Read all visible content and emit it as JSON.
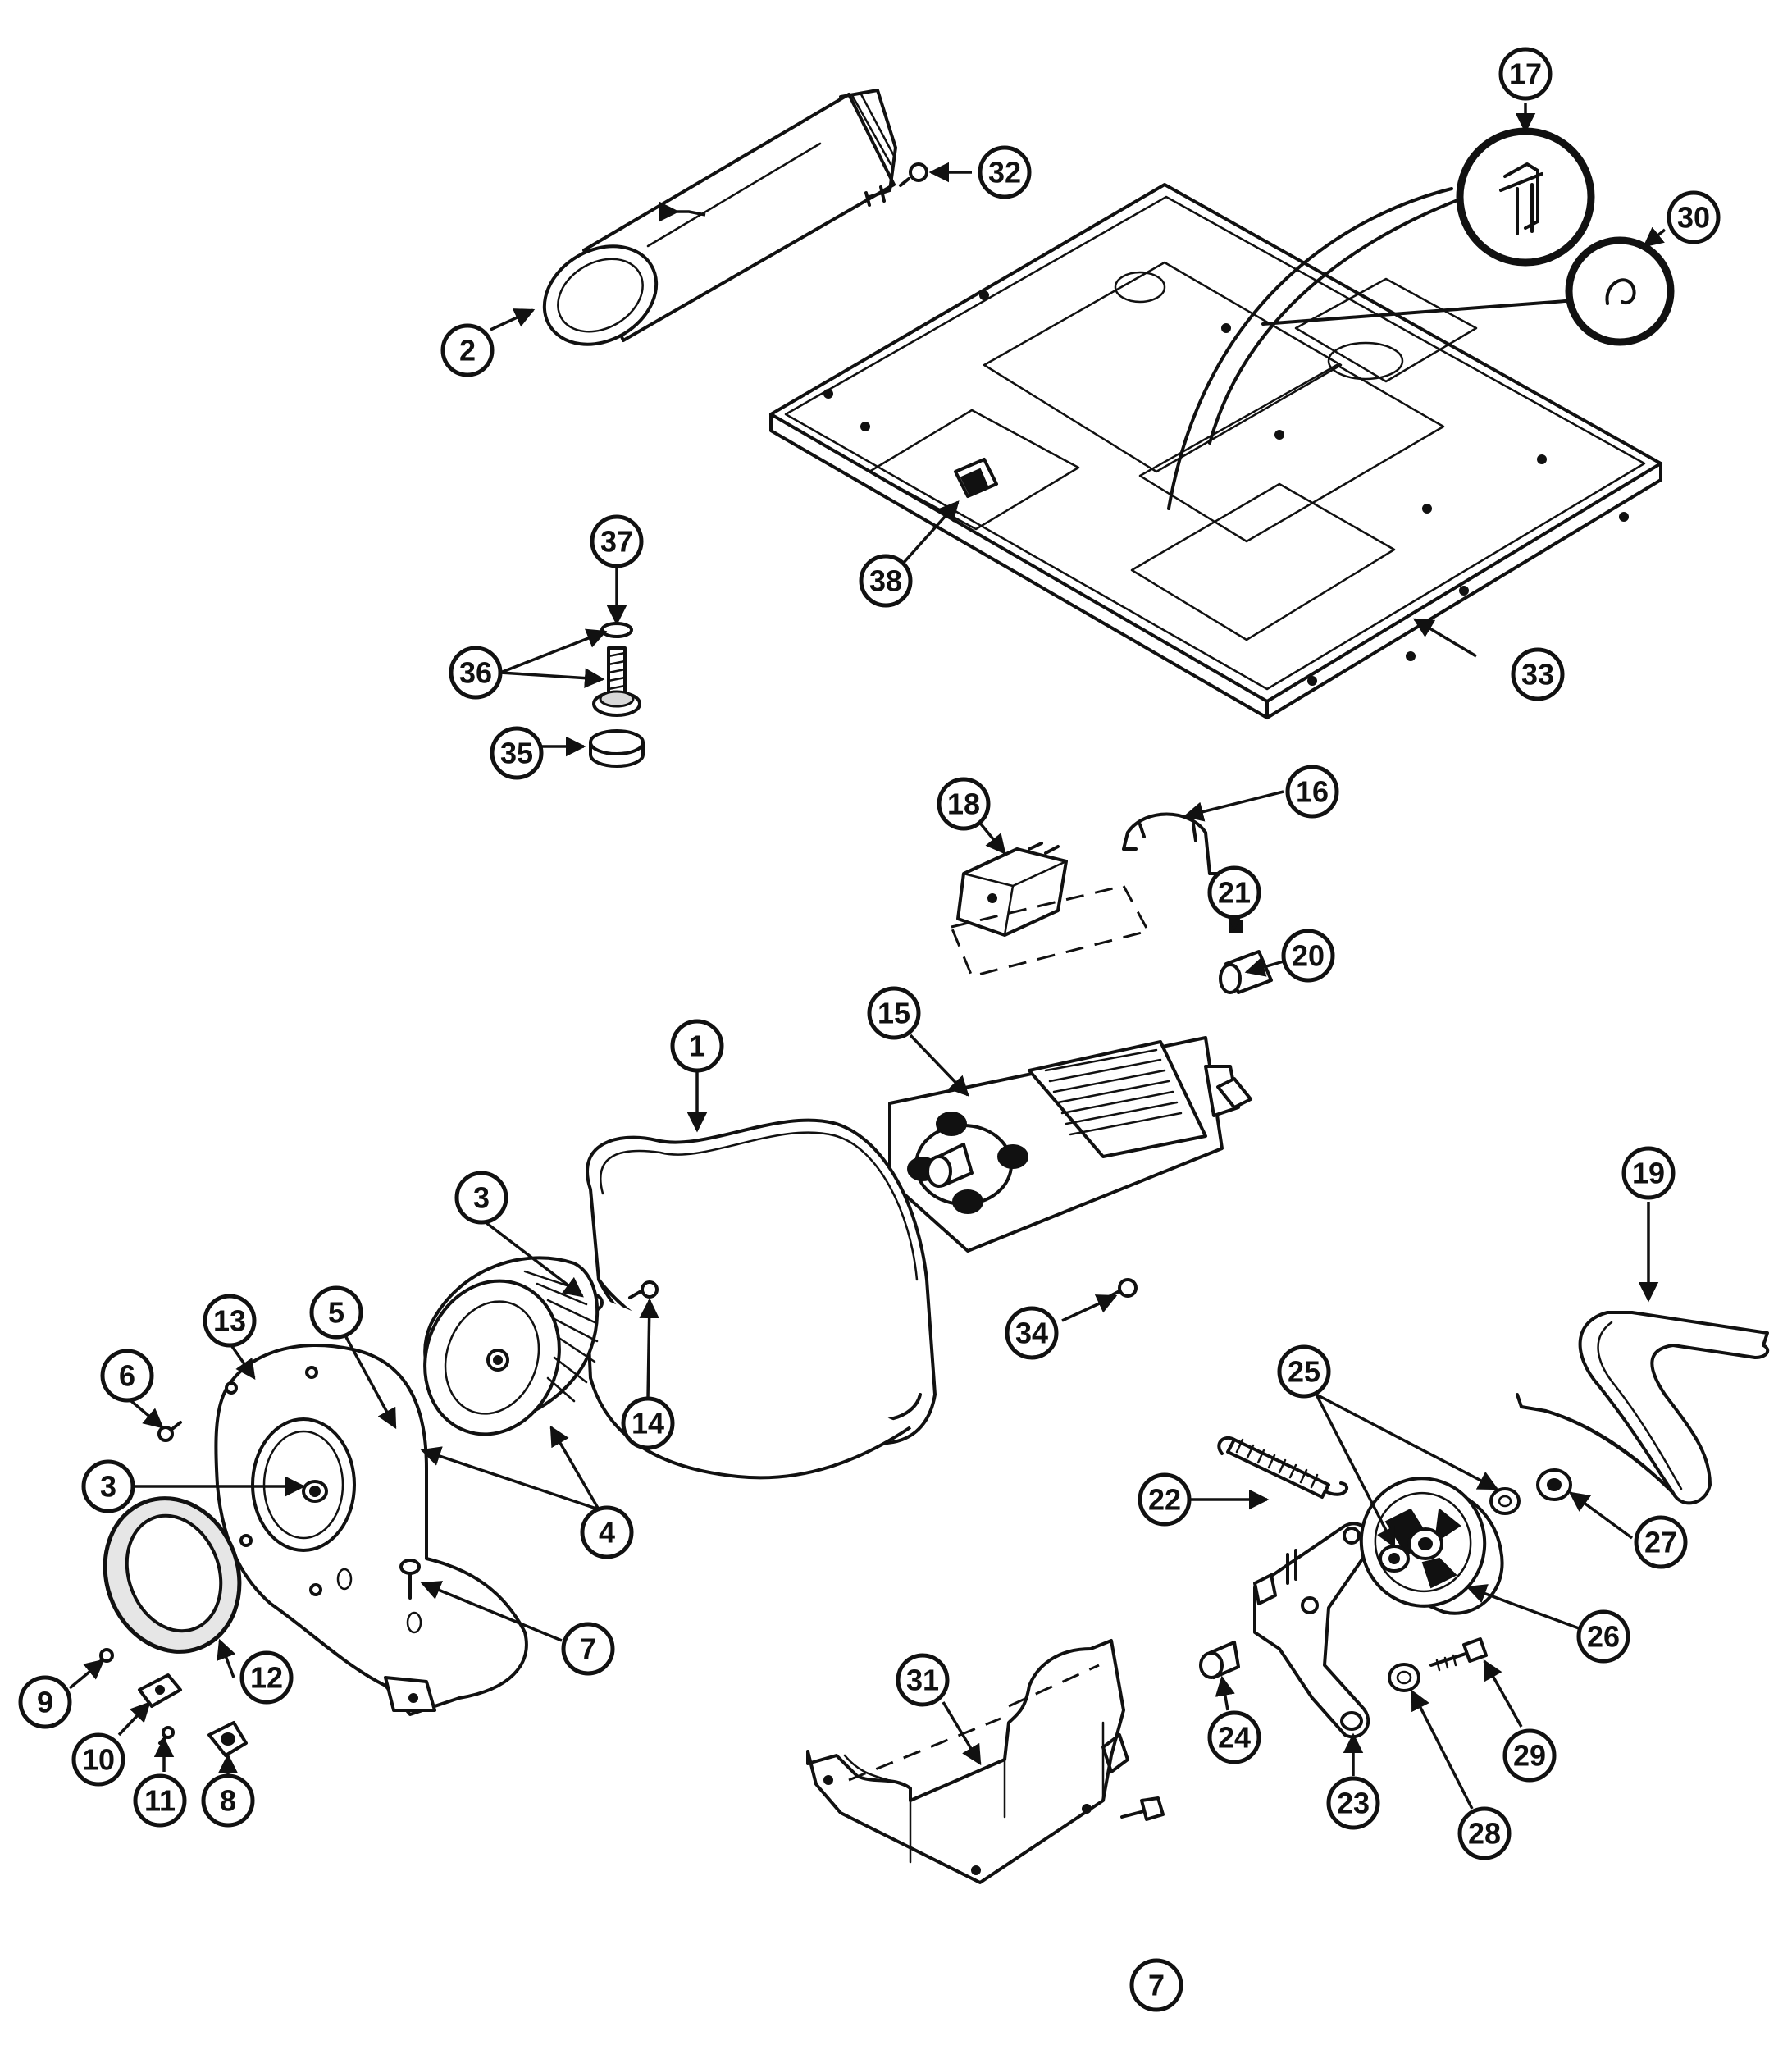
{
  "callouts": [
    {
      "id": "c1",
      "label": "1"
    },
    {
      "id": "c2",
      "label": "2"
    },
    {
      "id": "c3a",
      "label": "3"
    },
    {
      "id": "c3b",
      "label": "3"
    },
    {
      "id": "c4",
      "label": "4"
    },
    {
      "id": "c5",
      "label": "5"
    },
    {
      "id": "c6",
      "label": "6"
    },
    {
      "id": "c7a",
      "label": "7"
    },
    {
      "id": "c7b",
      "label": "7"
    },
    {
      "id": "c8",
      "label": "8"
    },
    {
      "id": "c9",
      "label": "9"
    },
    {
      "id": "c10",
      "label": "10"
    },
    {
      "id": "c11",
      "label": "11"
    },
    {
      "id": "c12",
      "label": "12"
    },
    {
      "id": "c13",
      "label": "13"
    },
    {
      "id": "c14",
      "label": "14"
    },
    {
      "id": "c15",
      "label": "15"
    },
    {
      "id": "c16",
      "label": "16"
    },
    {
      "id": "c17",
      "label": "17"
    },
    {
      "id": "c18",
      "label": "18"
    },
    {
      "id": "c19",
      "label": "19"
    },
    {
      "id": "c20",
      "label": "20"
    },
    {
      "id": "c21",
      "label": "21"
    },
    {
      "id": "c22",
      "label": "22"
    },
    {
      "id": "c23",
      "label": "23"
    },
    {
      "id": "c24",
      "label": "24"
    },
    {
      "id": "c25",
      "label": "25"
    },
    {
      "id": "c26",
      "label": "26"
    },
    {
      "id": "c27",
      "label": "27"
    },
    {
      "id": "c28",
      "label": "28"
    },
    {
      "id": "c29",
      "label": "29"
    },
    {
      "id": "c30",
      "label": "30"
    },
    {
      "id": "c31",
      "label": "31"
    },
    {
      "id": "c32",
      "label": "32"
    },
    {
      "id": "c33",
      "label": "33"
    },
    {
      "id": "c34",
      "label": "34"
    },
    {
      "id": "c35",
      "label": "35"
    },
    {
      "id": "c36",
      "label": "36"
    },
    {
      "id": "c37",
      "label": "37"
    },
    {
      "id": "c38",
      "label": "38"
    }
  ]
}
